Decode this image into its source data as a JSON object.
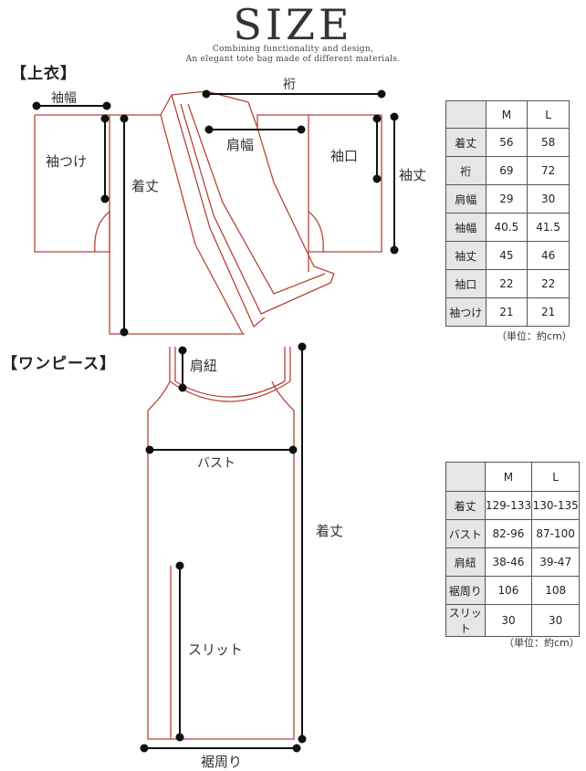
{
  "header": {
    "title": "SIZE",
    "sub1": "Combining functionality and design,",
    "sub2": "An elegant tote bag made of different materials."
  },
  "top": {
    "section": "【上衣】",
    "labels": {
      "sleeve_width": "袖幅",
      "sleeve_attach": "袖つけ",
      "length": "着丈",
      "yuki": "裄",
      "shoulder": "肩幅",
      "cuff": "袖口",
      "sleeve_length": "袖丈"
    },
    "table": {
      "headers": [
        "",
        "M",
        "L"
      ],
      "rows": [
        [
          "着丈",
          "56",
          "58"
        ],
        [
          "裄",
          "69",
          "72"
        ],
        [
          "肩幅",
          "29",
          "30"
        ],
        [
          "袖幅",
          "40.5",
          "41.5"
        ],
        [
          "袖丈",
          "45",
          "46"
        ],
        [
          "袖口",
          "22",
          "22"
        ],
        [
          "袖つけ",
          "21",
          "21"
        ]
      ]
    },
    "unit": "（単位：約cm）"
  },
  "dress": {
    "section": "【ワンピース】",
    "labels": {
      "strap": "肩紐",
      "bust": "バスト",
      "length": "着丈",
      "slit": "スリット",
      "hem": "裾周り"
    },
    "table": {
      "headers": [
        "",
        "M",
        "L"
      ],
      "rows": [
        [
          "着丈",
          "129-133",
          "130-135"
        ],
        [
          "バスト",
          "82-96",
          "87-100"
        ],
        [
          "肩紐",
          "38-46",
          "39-47"
        ],
        [
          "裾周り",
          "106",
          "108"
        ],
        [
          "スリット",
          "30",
          "30"
        ]
      ]
    },
    "unit": "（単位：約cm）"
  },
  "colors": {
    "outline": "#b5453a",
    "measure": "#111111",
    "header_cell": "#e6e6e6"
  }
}
